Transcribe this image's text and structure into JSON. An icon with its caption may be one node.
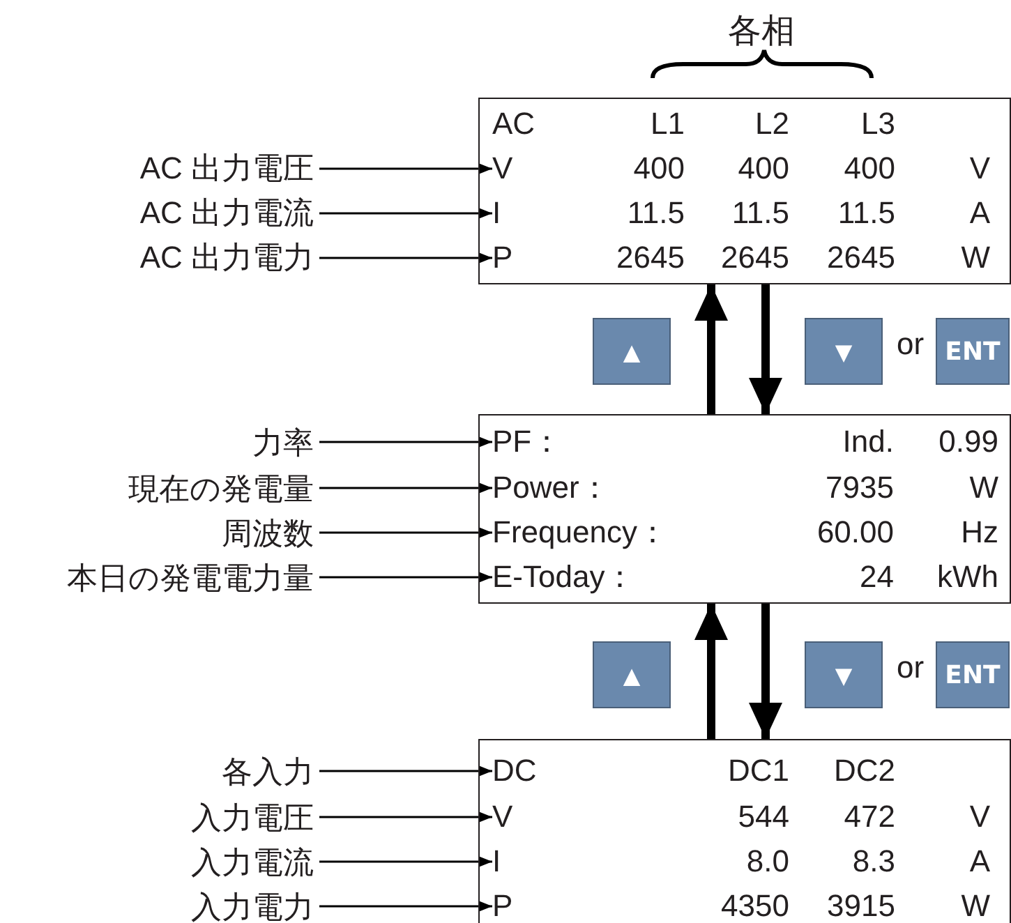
{
  "diagram": {
    "nodes": [
      {
        "text": [],
        "shape": "box"
      },
      {
        "text": [
          "AC",
          "L1",
          "L2",
          "L3"
        ],
        "in": 0
      },
      {
        "text": [
          "V",
          "400",
          "400",
          "400",
          "V"
        ],
        "in": 0
      },
      {
        "text": [
          "I",
          "11.5",
          "11.5",
          "11.5",
          "A"
        ],
        "in": 0
      },
      {
        "text": [
          "P",
          "2645",
          "2645",
          "2645",
          "W"
        ],
        "in": 0
      },
      {
        "text": [
          "AC 出力電圧"
        ]
      },
      {
        "text": [
          "AC 出力電流"
        ]
      },
      {
        "text": [
          "AC 出力電力"
        ]
      },
      {
        "text": [],
        "shape": "box"
      },
      {
        "text": [
          "PF：",
          "Ind.",
          "0.99"
        ],
        "in": 8
      },
      {
        "text": [
          "Power：",
          "7935",
          "W"
        ],
        "in": 8
      },
      {
        "text": [
          "Frequency：",
          "60.00",
          "Hz"
        ],
        "in": 8
      },
      {
        "text": [
          "E-Today：",
          "24",
          "kWh"
        ],
        "in": 8
      },
      {
        "text": [
          "力率"
        ]
      },
      {
        "text": [
          "現在の発電量"
        ]
      },
      {
        "text": [
          "周波数"
        ]
      },
      {
        "text": [
          "本日の発電電力量"
        ]
      },
      {
        "text": [],
        "shape": "box"
      },
      {
        "text": [
          "DC",
          "DC1",
          "DC2"
        ],
        "in": 17
      },
      {
        "text": [
          "V",
          "544",
          "472",
          "V"
        ],
        "in": 17
      },
      {
        "text": [
          "I",
          "8.0",
          "8.3",
          "A"
        ],
        "in": 17
      },
      {
        "text": [
          "P",
          "4350",
          "3915",
          "W"
        ],
        "in": 17
      },
      {
        "text": [
          "各入力"
        ]
      },
      {
        "text": [
          "入力電圧"
        ]
      },
      {
        "text": [
          "入力電流"
        ]
      },
      {
        "text": [
          "入力電力"
        ]
      }
    ],
    "edges": [
      {
        "from": 5,
        "to": 2,
        "arrow": "to"
      },
      {
        "from": 6,
        "to": 3,
        "arrow": "to"
      },
      {
        "from": 7,
        "to": 4,
        "arrow": "to"
      },
      {
        "from": 8,
        "to": 0,
        "arrow": "to",
        "style": "thick"
      },
      {
        "from": 0,
        "to": 8,
        "arrow": "to",
        "style": "thick"
      },
      {
        "from": 13,
        "to": 9,
        "arrow": "to"
      },
      {
        "from": 14,
        "to": 10,
        "arrow": "to"
      },
      {
        "from": 15,
        "to": 11,
        "arrow": "to"
      },
      {
        "from": 16,
        "to": 12,
        "arrow": "to"
      },
      {
        "from": 17,
        "to": 8,
        "arrow": "to",
        "style": "thick"
      },
      {
        "from": 8,
        "to": 17,
        "arrow": "to",
        "style": "thick"
      },
      {
        "from": 22,
        "to": 18,
        "arrow": "to"
      },
      {
        "from": 23,
        "to": 19,
        "arrow": "to"
      },
      {
        "from": 24,
        "to": 20,
        "arrow": "to"
      },
      {
        "from": 25,
        "to": 21,
        "arrow": "to"
      }
    ],
    "labels": [
      "各相",
      "▲",
      "▼",
      "or",
      "ENT",
      "▲",
      "▼",
      "or",
      "ENT"
    ]
  }
}
